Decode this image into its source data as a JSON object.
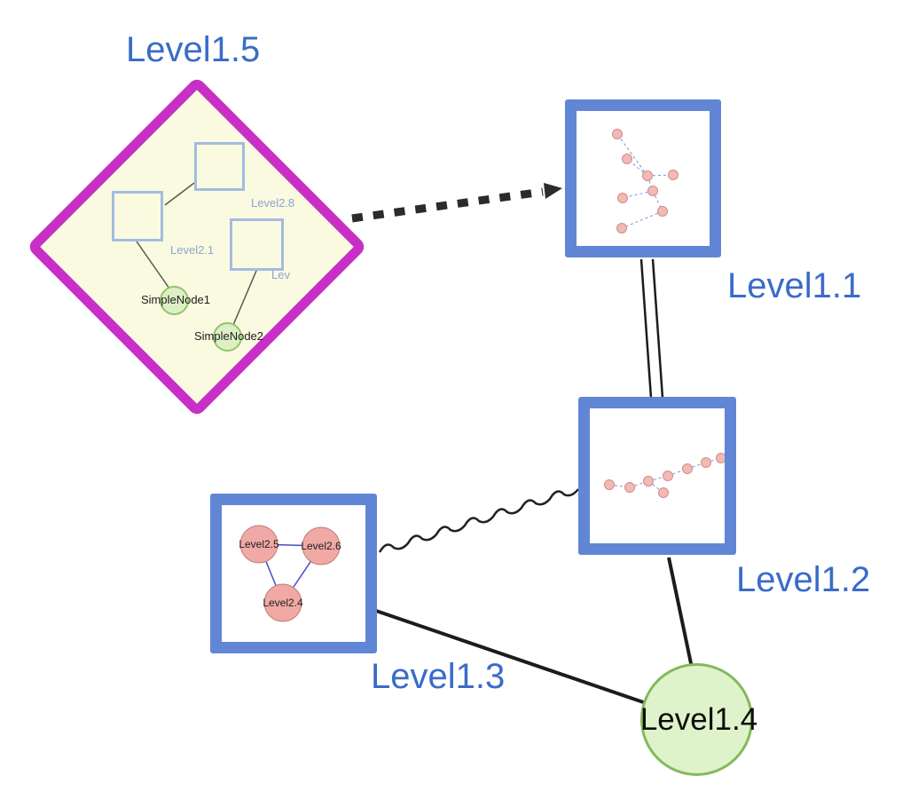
{
  "graph": {
    "label_color": "#3a6cc8",
    "nodes": [
      {
        "id": "level1-5",
        "label": "Level1.5",
        "shape": "diamond-group",
        "border_color": "#c72fc7",
        "fill": "#fafae0",
        "children": [
          "Level2.8",
          "Level2.1",
          "Lev",
          "SimpleNode1",
          "SimpleNode2"
        ]
      },
      {
        "id": "level1-1",
        "label": "Level1.1",
        "shape": "square-group",
        "border_color": "#6186d5",
        "children_note": "small pink nested graph, labels not legible"
      },
      {
        "id": "level1-2",
        "label": "Level1.2",
        "shape": "square-group",
        "border_color": "#6186d5",
        "children_note": "small pink nested graph, labels not legible"
      },
      {
        "id": "level1-3",
        "label": "Level1.3",
        "shape": "square-group",
        "border_color": "#6186d5",
        "children": [
          "Level2.5",
          "Level2.6",
          "Level2.4"
        ]
      },
      {
        "id": "level1-4",
        "label": "Level1.4",
        "shape": "circle",
        "border_color": "#84b95c",
        "fill": "#def3c9"
      }
    ],
    "edges": [
      {
        "from": "Level1.5",
        "to": "Level1.1",
        "style": "bold-dashed-arrow"
      },
      {
        "from": "Level1.1",
        "to": "Level1.2",
        "style": "double-line"
      },
      {
        "from": "Level1.3",
        "to": "Level1.2",
        "style": "wavy"
      },
      {
        "from": "Level1.3",
        "to": "Level1.4",
        "style": "solid"
      },
      {
        "from": "Level1.2",
        "to": "Level1.4",
        "style": "solid"
      }
    ]
  }
}
